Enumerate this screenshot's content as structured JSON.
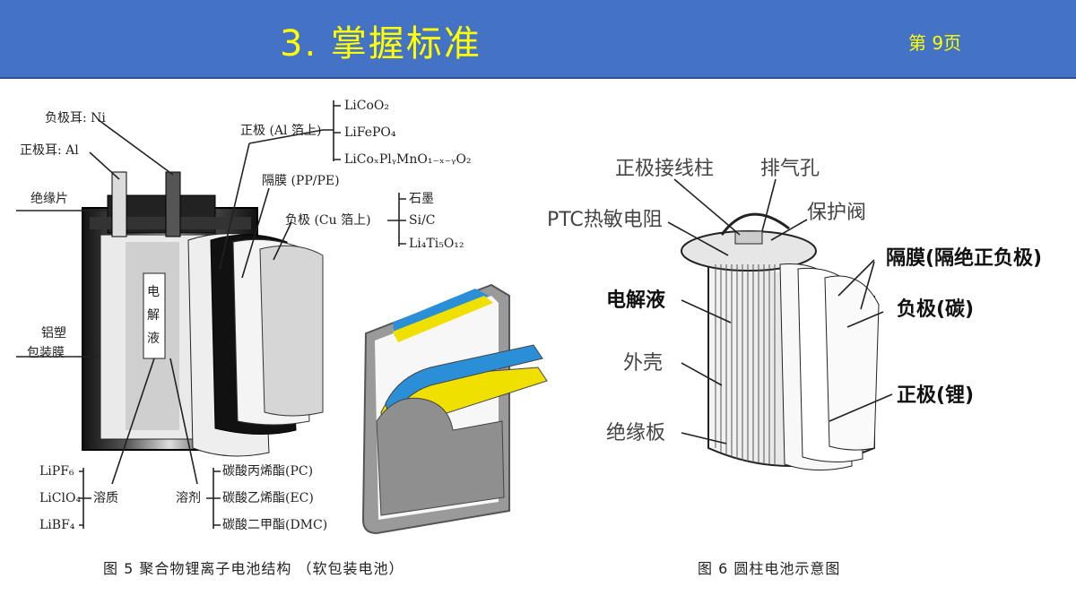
{
  "header": {
    "title": "3. 掌握标准",
    "page": "第 9页"
  },
  "figure5": {
    "labels": {
      "neg_tab": "负极耳: Ni",
      "pos_tab": "正极耳: Al",
      "insulator": "绝缘片",
      "pouch_l1": "铝塑",
      "pouch_l2": "包装膜",
      "electrolyte_1": "电",
      "electrolyte_2": "解",
      "electrolyte_3": "液",
      "cathode": "正极 (Al 箔上)",
      "cathode_m1": "LiCoO₂",
      "cathode_m2": "LiFePO₄",
      "cathode_m3": "LiCoₓPlᵧMnO₁₋ₓ₋ᵧO₂",
      "separator": "隔膜 (PP/PE)",
      "anode": "负极 (Cu 箔上)",
      "anode_m1": "石墨",
      "anode_m2": "Si/C",
      "anode_m3": "Li₄Ti₅O₁₂",
      "salt_1": "LiPF₆",
      "salt_2": "LiClO₄",
      "salt_3": "LiBF₄",
      "solute": "溶质",
      "solvent": "溶剂",
      "solv_1": "碳酸丙烯酯(PC)",
      "solv_2": "碳酸乙烯酯(EC)",
      "solv_3": "碳酸二甲酯(DMC)"
    },
    "caption": "图  5   聚合物锂离子电池结构   （软包装电池）"
  },
  "figure6": {
    "labels": {
      "terminal": "正极接线柱",
      "vent": "排气孔",
      "ptc": "PTC热敏电阻",
      "valve": "保护阀",
      "separator": "隔膜(隔绝正负极)",
      "electrolyte": "电解液",
      "anode": "负极(碳)",
      "shell": "外壳",
      "cathode": "正极(锂)",
      "insulator": "绝缘板"
    },
    "caption": "图  6   圆柱电池示意图"
  },
  "colors": {
    "header_bg": "#4472C4",
    "title": "#FFFF00"
  }
}
